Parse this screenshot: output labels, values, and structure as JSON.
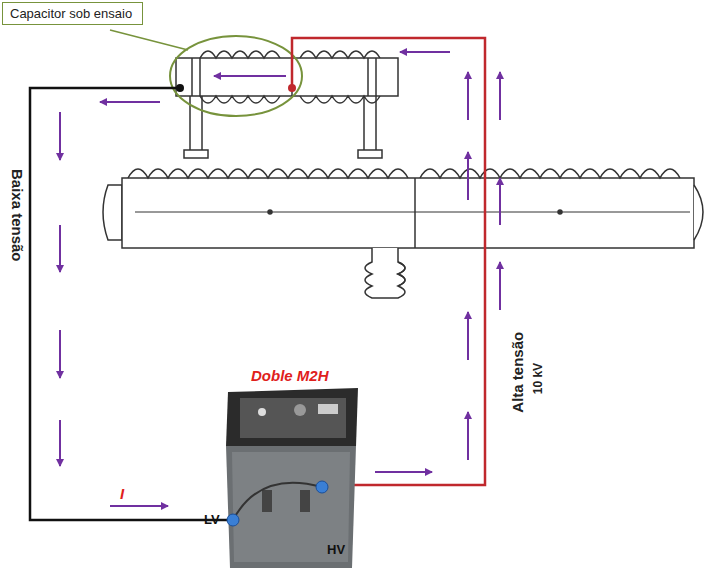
{
  "diagram": {
    "nodes": [
      {
        "text": [
          "Capacitor sob ensaio"
        ]
      }
    ],
    "labels": [
      "Baixa tensão",
      "Alta tensão",
      "10 kV",
      "Doble M2H",
      "LV",
      "HV",
      "I"
    ]
  }
}
